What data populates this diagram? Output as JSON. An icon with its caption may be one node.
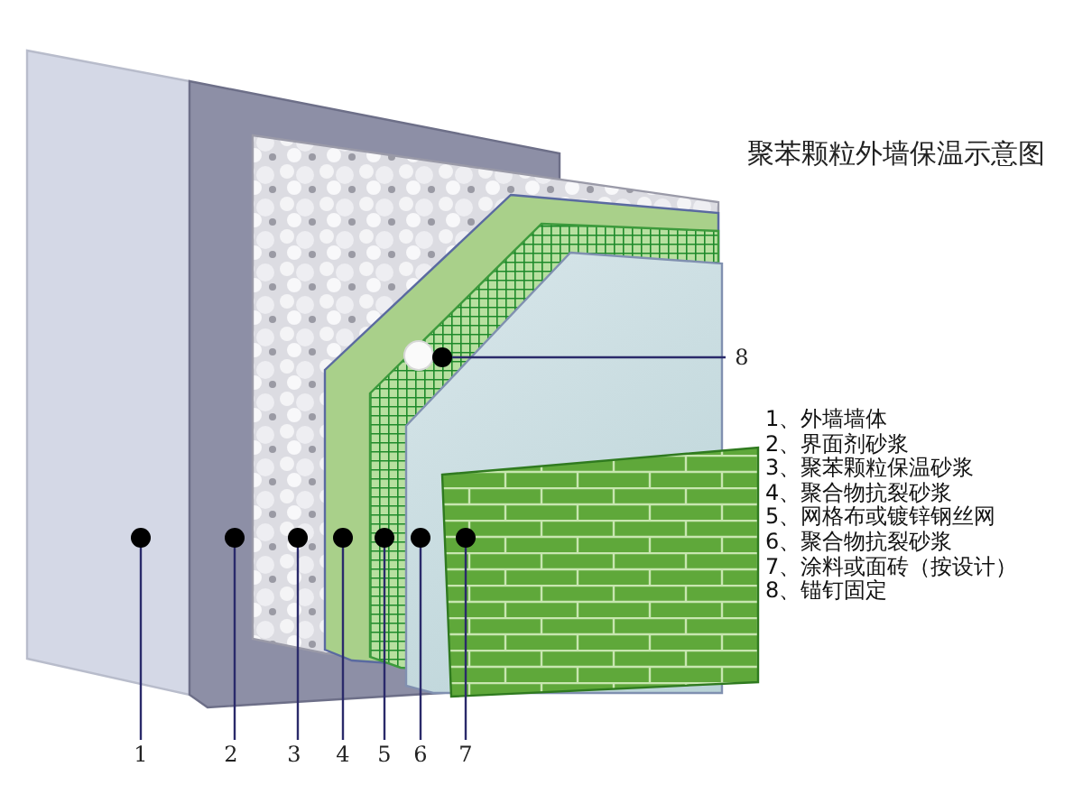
{
  "diagram": {
    "title": "聚苯颗粒外墙保温示意图",
    "nodes": [
      {
        "text": [
          "1"
        ]
      },
      {
        "text": [
          "2"
        ]
      },
      {
        "text": [
          "3"
        ]
      },
      {
        "text": [
          "4"
        ]
      },
      {
        "text": [
          "5"
        ]
      },
      {
        "text": [
          "6"
        ]
      },
      {
        "text": [
          "7"
        ]
      },
      {
        "text": [
          "8"
        ]
      }
    ],
    "edges": [
      {
        "from": 0,
        "to": null,
        "arrow": "other"
      },
      {
        "from": 1,
        "to": null,
        "arrow": "other"
      },
      {
        "from": 2,
        "to": null,
        "arrow": "other"
      },
      {
        "from": 3,
        "to": null,
        "arrow": "other"
      },
      {
        "from": 4,
        "to": null,
        "arrow": "other"
      },
      {
        "from": 5,
        "to": null,
        "arrow": "other"
      },
      {
        "from": 6,
        "to": null,
        "arrow": "other"
      },
      {
        "from": 7,
        "to": null,
        "arrow": "other"
      }
    ],
    "labels": [
      "1、外墙墙体",
      "2、界面剂砂浆",
      "3、聚苯颗粒保温砂浆",
      "4、聚合物抗裂砂浆",
      "5、网格布或镀锌钢丝网",
      "6、聚合物抗裂砂浆",
      "7、涂料或面砖（按设计）",
      "8、锚钉固定"
    ]
  }
}
